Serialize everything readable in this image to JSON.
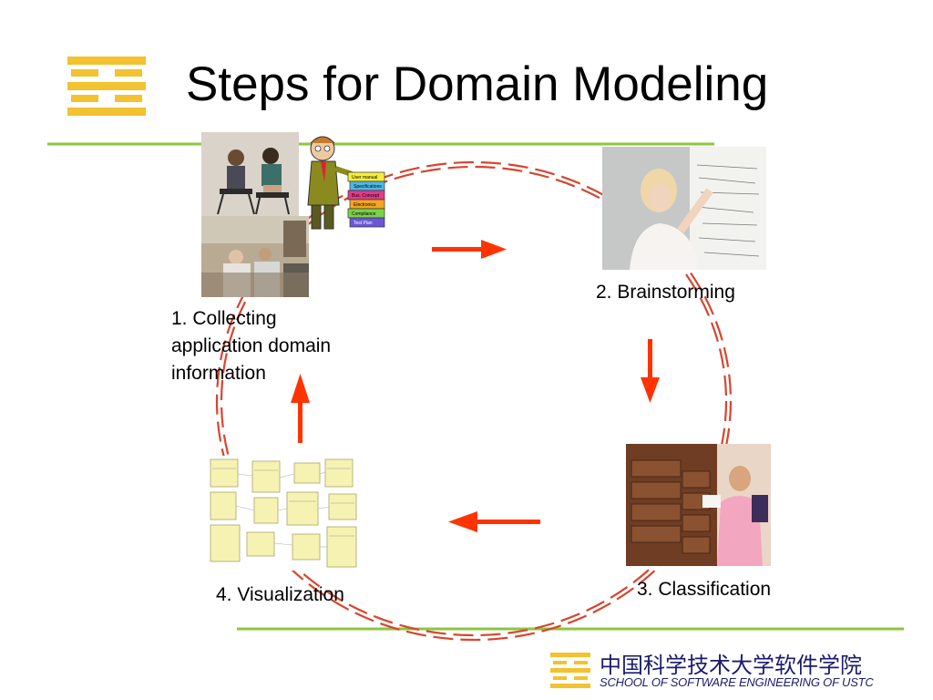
{
  "slide": {
    "title": "Steps for Domain Modeling"
  },
  "steps": [
    {
      "label_lines": [
        "1. Collecting",
        "application domain",
        "information"
      ]
    },
    {
      "label": "2. Brainstorming"
    },
    {
      "label": "3. Classification"
    },
    {
      "label": "4. Visualization"
    }
  ],
  "book_stack": [
    "User manual",
    "Specifications",
    "Bus. Concept",
    "Electronics",
    "Compliance",
    "Test Plan"
  ],
  "footer": {
    "school_cn": "中国科学技术大学软件学院",
    "school_en": "SCHOOL OF SOFTWARE ENGINEERING OF USTC"
  },
  "colors": {
    "arrow": "#ff3300",
    "circle": "#d64530",
    "rule": "#8cc63f",
    "logo": "#f2c230",
    "footer_text": "#1b1b6e"
  },
  "icons": [
    "logo-icon",
    "arrow-right-icon",
    "arrow-down-icon",
    "arrow-left-icon",
    "arrow-up-icon"
  ]
}
